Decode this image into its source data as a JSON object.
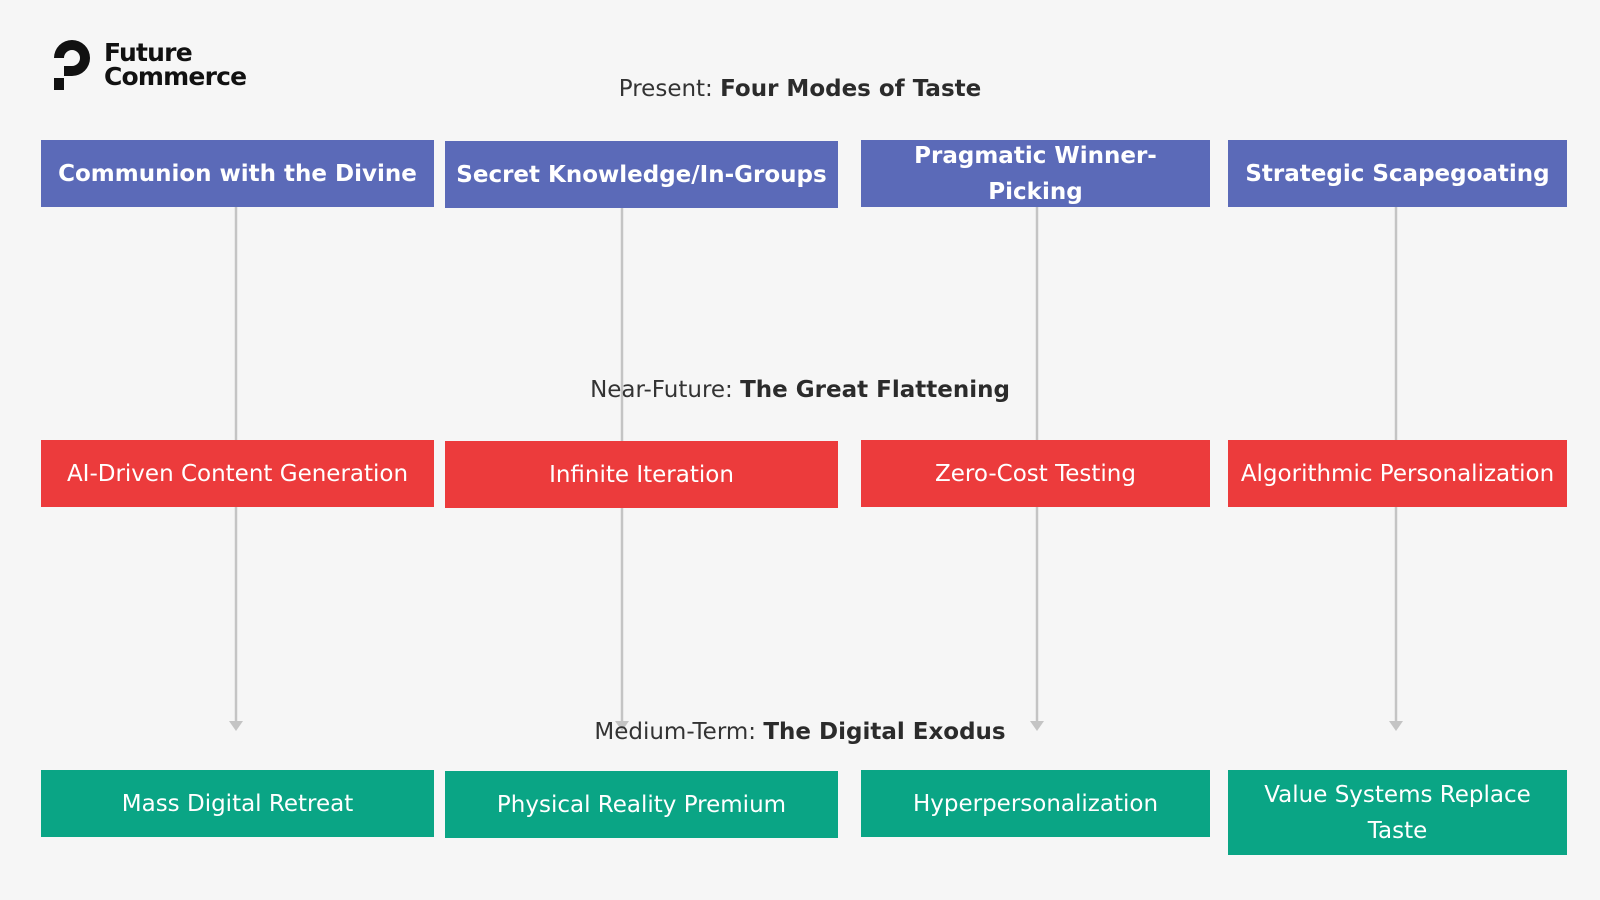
{
  "brand": {
    "line1": "Future",
    "line2": "Commerce"
  },
  "sections": {
    "present": {
      "prefix": "Present:",
      "emphasis": "Four Modes of Taste",
      "items": [
        "Communion with the Divine",
        "Secret Knowledge/In-Groups",
        "Pragmatic Winner-Picking",
        "Strategic Scapegoating"
      ]
    },
    "near_future": {
      "prefix": "Near-Future:",
      "emphasis": "The Great Flattening",
      "items": [
        "AI-Driven Content Generation",
        "Infinite Iteration",
        "Zero-Cost Testing",
        "Algorithmic Personalization"
      ]
    },
    "medium_term": {
      "prefix": "Medium-Term:",
      "emphasis": "The Digital Exodus",
      "items": [
        "Mass Digital Retreat",
        "Physical Reality Premium",
        "Hyperpersonalization",
        "Value Systems Replace Taste"
      ]
    }
  },
  "colors": {
    "present": "#5b6ab8",
    "near_future": "#ec3b3c",
    "medium_term": "#0aa585",
    "connector": "#c4c4c4",
    "background": "#f6f6f6"
  },
  "icons": {
    "brand": "future-commerce-logo-icon",
    "connector_arrow": "arrow-down-icon"
  }
}
